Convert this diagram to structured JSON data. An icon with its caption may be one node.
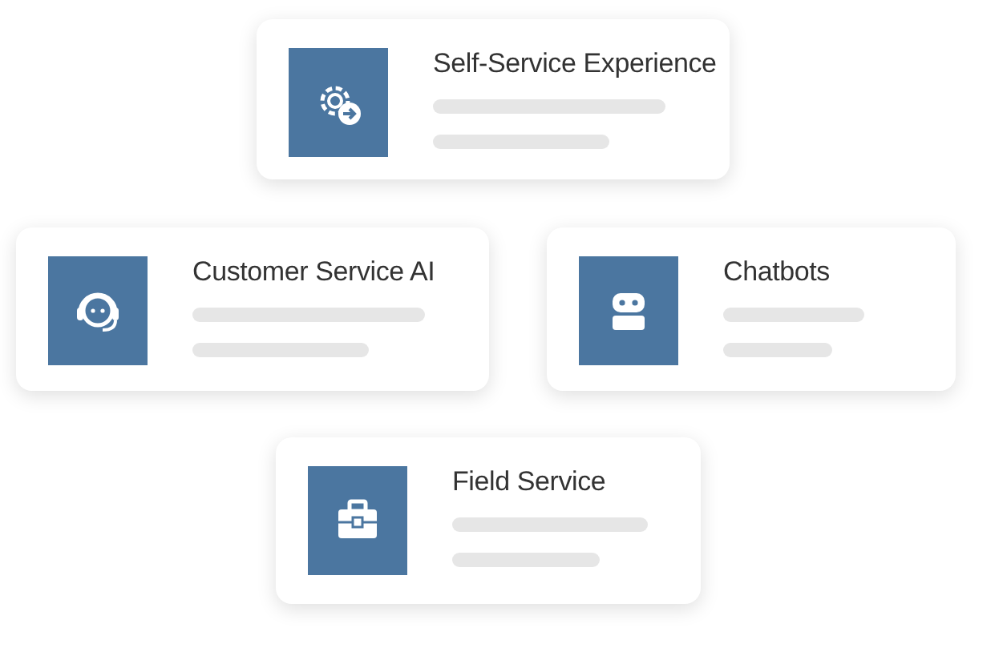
{
  "diagram": {
    "nodes": [
      {
        "text": [
          "Self-Service Experience"
        ]
      },
      {
        "text": [
          "Customer Service AI"
        ]
      },
      {
        "text": [
          "Chatbots"
        ]
      },
      {
        "text": [
          "Field Service"
        ]
      }
    ]
  }
}
